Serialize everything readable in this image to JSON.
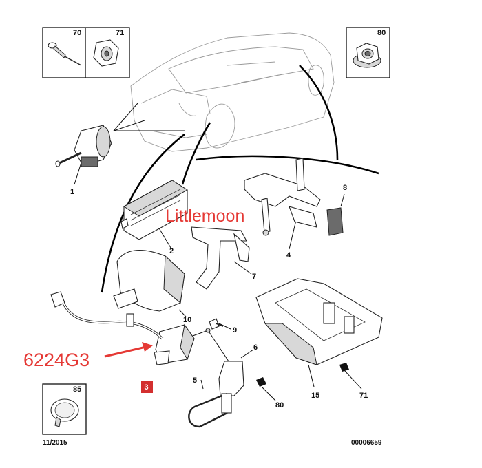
{
  "boxes": {
    "b70": "70",
    "b71": "71",
    "b80": "80",
    "b85": "85"
  },
  "labels": {
    "p1": "1",
    "p2": "2",
    "p3": "3",
    "p4": "4",
    "p5": "5",
    "p6": "6",
    "p7": "7",
    "p8": "8",
    "p9": "9",
    "p10": "10",
    "p15": "15",
    "p71": "71",
    "p80": "80"
  },
  "watermark": "Littlemoon",
  "part_code": "6224G3",
  "footer": {
    "date": "11/2015",
    "ref": "00006659"
  },
  "colors": {
    "accent": "#e53935",
    "ink": "#111111",
    "highlight_box": "#d32f2f"
  }
}
